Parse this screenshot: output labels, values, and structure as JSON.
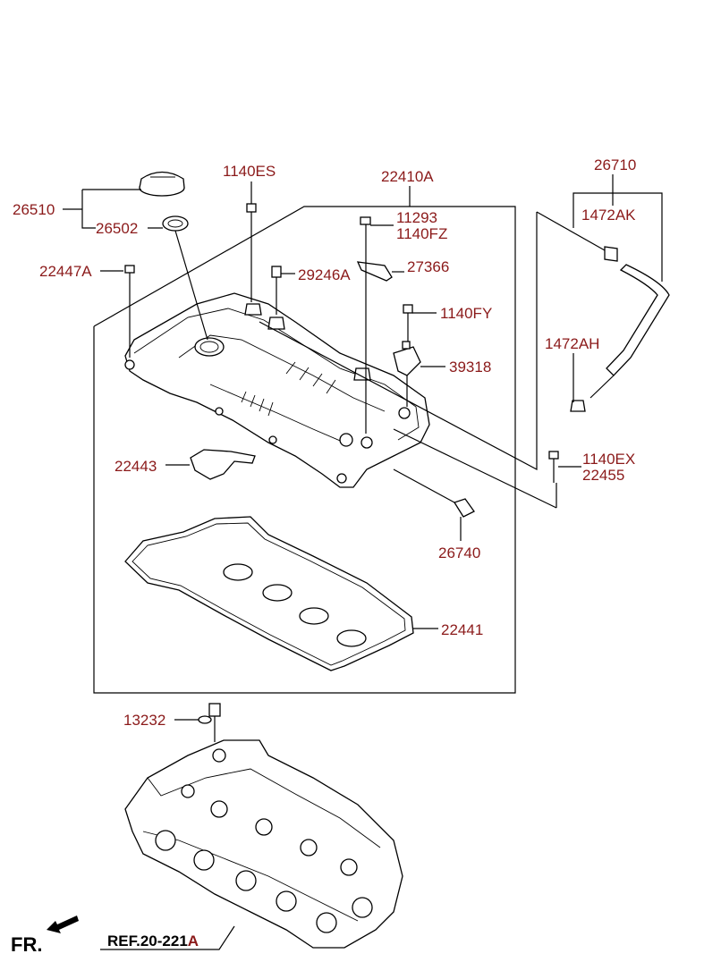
{
  "diagram": {
    "part_numbers": {
      "cap": "26510",
      "cap_gasket": "26502",
      "cover_bolt": "22447A",
      "bolt_top": "1140ES",
      "cover_assy": "22410A",
      "stud_11293": "11293",
      "stud_1140fz": "1140FZ",
      "valve_29246a": "29246A",
      "bracket": "27366",
      "bolt_1140fy": "1140FY",
      "sensor": "39318",
      "hose_assy": "26710",
      "clamp_ak": "1472AK",
      "clamp_ah": "1472AH",
      "bolt_1140ex": "1140EX",
      "bolt_22455": "22455",
      "gasket_small": "22443",
      "switch": "26740",
      "gasket_main": "22441",
      "plug": "13232"
    },
    "reference": {
      "label": "REF.20-221",
      "suffix": "A"
    },
    "front_label": "FR."
  }
}
